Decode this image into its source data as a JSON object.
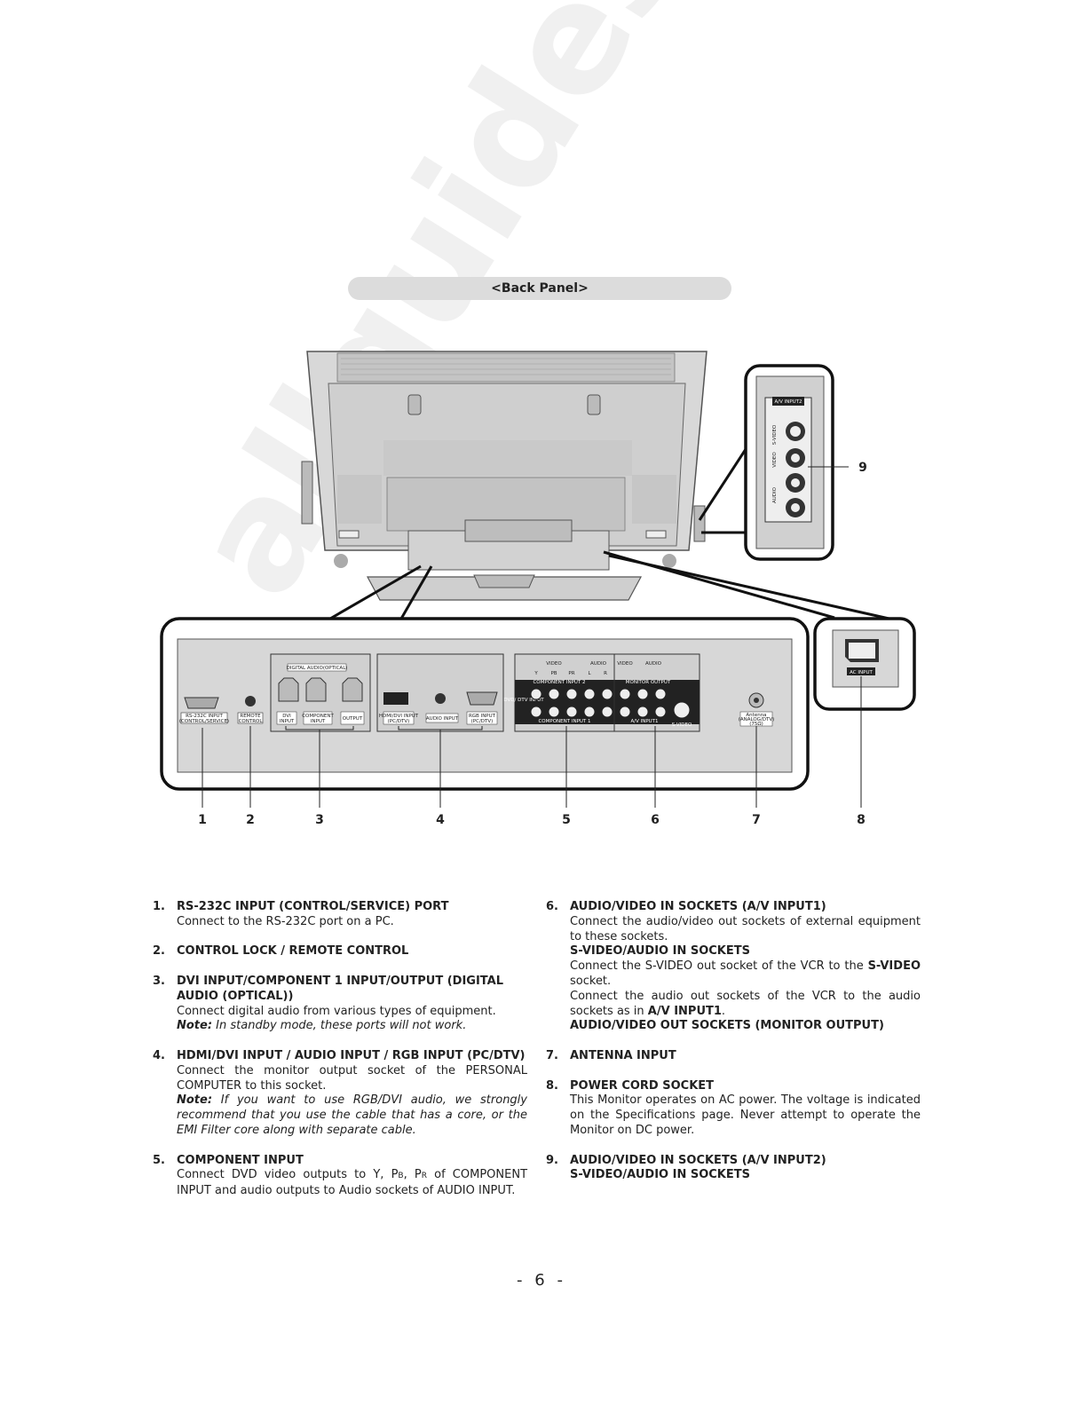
{
  "diagram": {
    "title": "<Back Panel>",
    "callouts": [
      "1",
      "2",
      "3",
      "4",
      "5",
      "6",
      "7",
      "8",
      "9"
    ],
    "panel_labels": {
      "av_input2": "A/V INPUT2",
      "s_video": "S-VIDEO",
      "video": "VIDEO",
      "audio": "AUDIO",
      "ac_input": "AC INPUT",
      "rs232c": "RS-232C INPUT",
      "rs232c_sub": "(CONTROL/SERVICE)",
      "remote": "REMOTE",
      "remote_sub": "CONTROL",
      "digital_audio": "DIGITAL AUDIO(OPTICAL)",
      "dvi": "DVI",
      "dvi_sub": "INPUT",
      "component": "COMPONENT",
      "component_sub": "INPUT",
      "output": "OUTPUT",
      "hdmi": "HDMI/DVI INPUT",
      "hdmi_sub": "(PC/DTV)",
      "audio_input": "AUDIO INPUT",
      "rgb": "RGB INPUT",
      "rgb_sub": "(PC/DTV)",
      "component_input2": "COMPONENT INPUT 2",
      "component_input1": "COMPONENT INPUT 1",
      "monitor_output": "MONITOR OUTPUT",
      "av_input1": "A/V INPUT1",
      "dvd_dtv": "DVD/ DTV INPUT",
      "s_video_jack": "S-VIDEO",
      "antenna": "Antenna",
      "antenna_sub": "(ANALOG/DTV)",
      "antenna_sub2": "(75Ω)",
      "y": "Y",
      "pb": "PB",
      "pr": "PR",
      "l": "L",
      "r": "R"
    }
  },
  "items_left": [
    {
      "num": "1.",
      "head": "RS-232C INPUT (CONTROL/SERVICE) PORT",
      "body": "Connect to the RS-232C port on a PC."
    },
    {
      "num": "2.",
      "head": "CONTROL LOCK / REMOTE CONTROL"
    },
    {
      "num": "3.",
      "head": "DVI INPUT/COMPONENT 1 INPUT/OUTPUT (DIGITAL AUDIO (OPTICAL))",
      "body": "Connect digital audio from various types of equipment.",
      "note_label": "Note:",
      "note": " In standby mode, these ports will not work."
    },
    {
      "num": "4.",
      "head": "HDMI/DVI INPUT / AUDIO INPUT / RGB INPUT (PC/DTV)",
      "body": "Connect the monitor output socket of the PERSONAL COMPUTER to this socket.",
      "note_label": "Note:",
      "note": " If you want to use RGB/DVI audio, we strongly recommend that you use the cable that has a core, or the EMI Filter core along with separate cable."
    },
    {
      "num": "5.",
      "head": "COMPONENT INPUT",
      "body_a": "Connect DVD video outputs to Y, P",
      "sub_b": "B",
      "body_b": ", P",
      "sub_r": "R",
      "body_c": " of COMPONENT INPUT and audio outputs to Audio sockets of AUDIO INPUT."
    }
  ],
  "items_right": [
    {
      "num": "6.",
      "head": "AUDIO/VIDEO IN SOCKETS (A/V INPUT1)",
      "body": "Connect the audio/video out sockets of external equipment to these sockets.",
      "head2": "S-VIDEO/AUDIO IN SOCKETS",
      "body2a": "Connect the S-VIDEO out socket of the VCR to the ",
      "body2b": "S-VIDEO",
      "body2c": " socket.",
      "body3a": "Connect the audio out sockets of the VCR to the audio sockets as in ",
      "body3b": "A/V INPUT1",
      "body3c": ".",
      "head3": "AUDIO/VIDEO OUT SOCKETS (MONITOR OUTPUT)"
    },
    {
      "num": "7.",
      "head": "ANTENNA INPUT"
    },
    {
      "num": "8.",
      "head": "POWER CORD SOCKET",
      "body": "This Monitor operates on AC power. The voltage is indicated on the Specifications page. Never attempt to operate the Monitor on DC power."
    },
    {
      "num": "9.",
      "head": "AUDIO/VIDEO IN SOCKETS (A/V INPUT2)",
      "head2": "S-VIDEO/AUDIO IN SOCKETS"
    }
  ],
  "page_number": "- 6 -"
}
